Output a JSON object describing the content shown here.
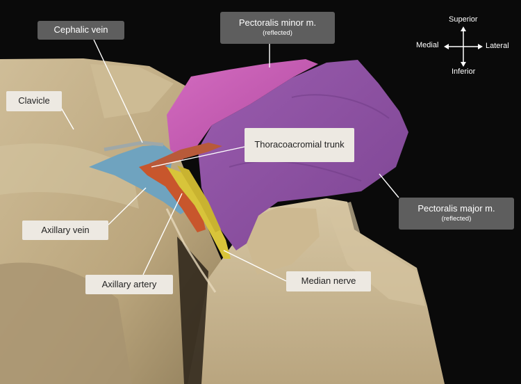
{
  "labels": {
    "cephalic_vein": "Cephalic vein",
    "pectoralis_minor": "Pectoralis minor m.",
    "pectoralis_minor_note": "(reflected)",
    "clavicle": "Clavicle",
    "thoracoacromial_trunk": "Thoracoacromial trunk",
    "pectoralis_major": "Pectoralis major m.",
    "pectoralis_major_note": "(reflected)",
    "axillary_vein": "Axillary vein",
    "axillary_artery": "Axillary artery",
    "median_nerve": "Median nerve"
  },
  "orientation": {
    "superior": "Superior",
    "inferior": "Inferior",
    "medial": "Medial",
    "lateral": "Lateral"
  },
  "colors": {
    "background": "#0a0a0a",
    "tissue": "#c9b48c",
    "pectoralis_minor": "#c85ab3",
    "pectoralis_major": "#8c50a0",
    "vein": "#6fa3bf",
    "artery": "#c8462c",
    "nerve": "#d8c43a"
  }
}
